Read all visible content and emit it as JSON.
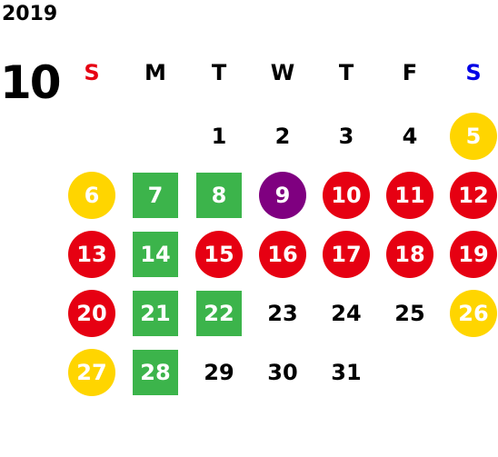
{
  "header": {
    "year": "2019",
    "month": "10"
  },
  "weekdays": [
    {
      "label": "S",
      "color": "#e60012"
    },
    {
      "label": "M",
      "color": "#000000"
    },
    {
      "label": "T",
      "color": "#000000"
    },
    {
      "label": "W",
      "color": "#000000"
    },
    {
      "label": "T",
      "color": "#000000"
    },
    {
      "label": "F",
      "color": "#000000"
    },
    {
      "label": "S",
      "color": "#0000e6"
    }
  ],
  "colors": {
    "red": "#e60012",
    "yellow": "#ffd500",
    "green": "#3cb44b",
    "purple": "#7f0080"
  },
  "days": [
    {
      "d": "1",
      "style": "plain"
    },
    {
      "d": "2",
      "style": "plain"
    },
    {
      "d": "3",
      "style": "plain"
    },
    {
      "d": "4",
      "style": "plain"
    },
    {
      "d": "5",
      "style": "yellow"
    },
    {
      "d": "6",
      "style": "yellow"
    },
    {
      "d": "7",
      "style": "green"
    },
    {
      "d": "8",
      "style": "green"
    },
    {
      "d": "9",
      "style": "purple"
    },
    {
      "d": "10",
      "style": "red"
    },
    {
      "d": "11",
      "style": "red"
    },
    {
      "d": "12",
      "style": "red"
    },
    {
      "d": "13",
      "style": "red"
    },
    {
      "d": "14",
      "style": "green"
    },
    {
      "d": "15",
      "style": "red"
    },
    {
      "d": "16",
      "style": "red"
    },
    {
      "d": "17",
      "style": "red"
    },
    {
      "d": "18",
      "style": "red"
    },
    {
      "d": "19",
      "style": "red"
    },
    {
      "d": "20",
      "style": "red"
    },
    {
      "d": "21",
      "style": "green"
    },
    {
      "d": "22",
      "style": "green"
    },
    {
      "d": "23",
      "style": "plain"
    },
    {
      "d": "24",
      "style": "plain"
    },
    {
      "d": "25",
      "style": "plain"
    },
    {
      "d": "26",
      "style": "yellow"
    },
    {
      "d": "27",
      "style": "yellow"
    },
    {
      "d": "28",
      "style": "green"
    },
    {
      "d": "29",
      "style": "plain"
    },
    {
      "d": "30",
      "style": "plain"
    },
    {
      "d": "31",
      "style": "plain"
    }
  ]
}
